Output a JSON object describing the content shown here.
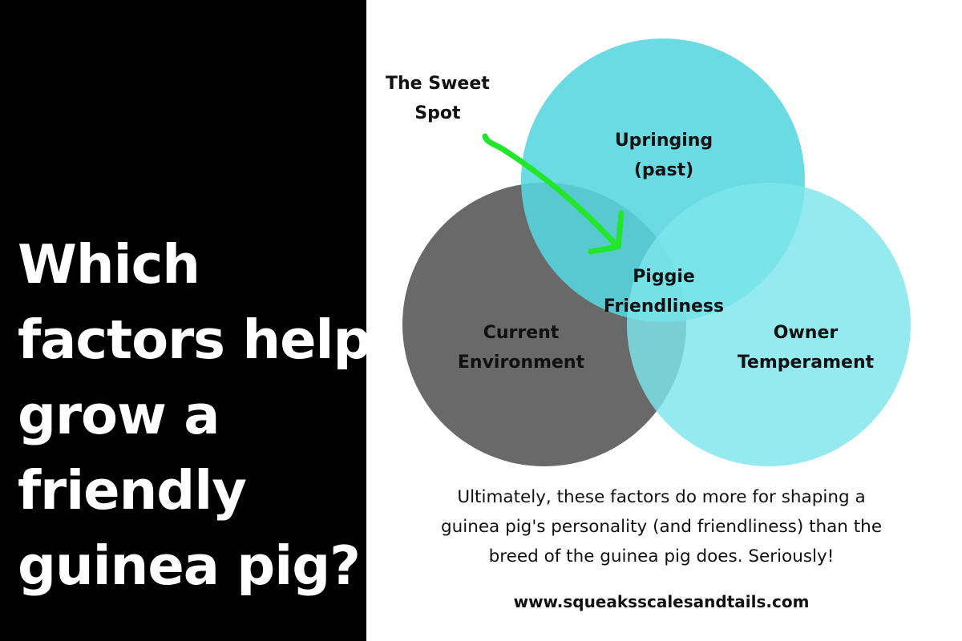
{
  "headline": {
    "lines": [
      "Which",
      "factors help",
      "grow a",
      "friendly",
      "guinea pig?"
    ]
  },
  "diagram": {
    "sweet_spot_label": [
      "The Sweet",
      "Spot"
    ],
    "circles": {
      "upbringing": {
        "label": [
          "Upringing",
          "(past)"
        ],
        "color": "#55D6DF"
      },
      "environment": {
        "label": [
          "Current",
          "Environment"
        ],
        "color": "#5C5C5C"
      },
      "owner": {
        "label": [
          "Owner",
          "Temperament"
        ],
        "color": "#7DE5EC"
      }
    },
    "center_label": [
      "Piggie",
      "Friendliness"
    ],
    "arrow_color": "#22E62A"
  },
  "caption": {
    "lines": [
      "Ultimately, these factors do more for shaping a",
      "guinea pig's personality (and friendliness) than the",
      "breed of the guinea pig does. Seriously!"
    ]
  },
  "website": "www.squeaksscalesandtails.com"
}
